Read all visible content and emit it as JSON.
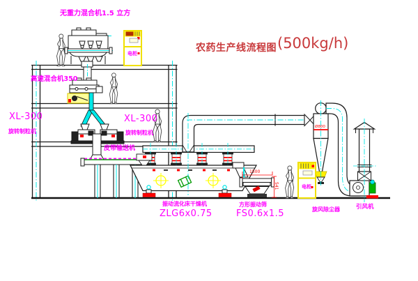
{
  "title": {
    "name": "农药生产线流程图",
    "capacity": "(500kg/h)"
  },
  "equipment": {
    "gravity_mixer_label": "无重力混合机1.5 立方",
    "high_speed_mixer_label": "高速混合机350",
    "granulator_left": {
      "model": "XL-300",
      "name": "旋转制粒机"
    },
    "granulator_center": {
      "model": "XL-300",
      "name": "旋转制粒机"
    },
    "belt_conveyor_label": "皮带输送机",
    "fluid_bed_dryer": {
      "name": "振动流化床干燥机",
      "model": "ZLG6x0.75"
    },
    "vibrating_sieve": {
      "name": "方形振动筛",
      "model": "FS0.6x1.5"
    },
    "cyclone_label": "旋风除尘器",
    "fan_label": "引风机",
    "roof_cabinet_label": "电柜",
    "ground_cabinet_label": "电柜"
  },
  "dimensions": {
    "sieve_length": "1500",
    "sieve_height": "541",
    "cyclone_diameter": "Ø800"
  },
  "colors": {
    "label": "#FF00FF",
    "title": "#C8393B",
    "centerline": "#00E8E8",
    "chute": "#00E8E8",
    "cabinet": "#FFEE00",
    "dimension": "#FF0000",
    "structure": "#1A1A1A",
    "machine_green": "#009900"
  }
}
